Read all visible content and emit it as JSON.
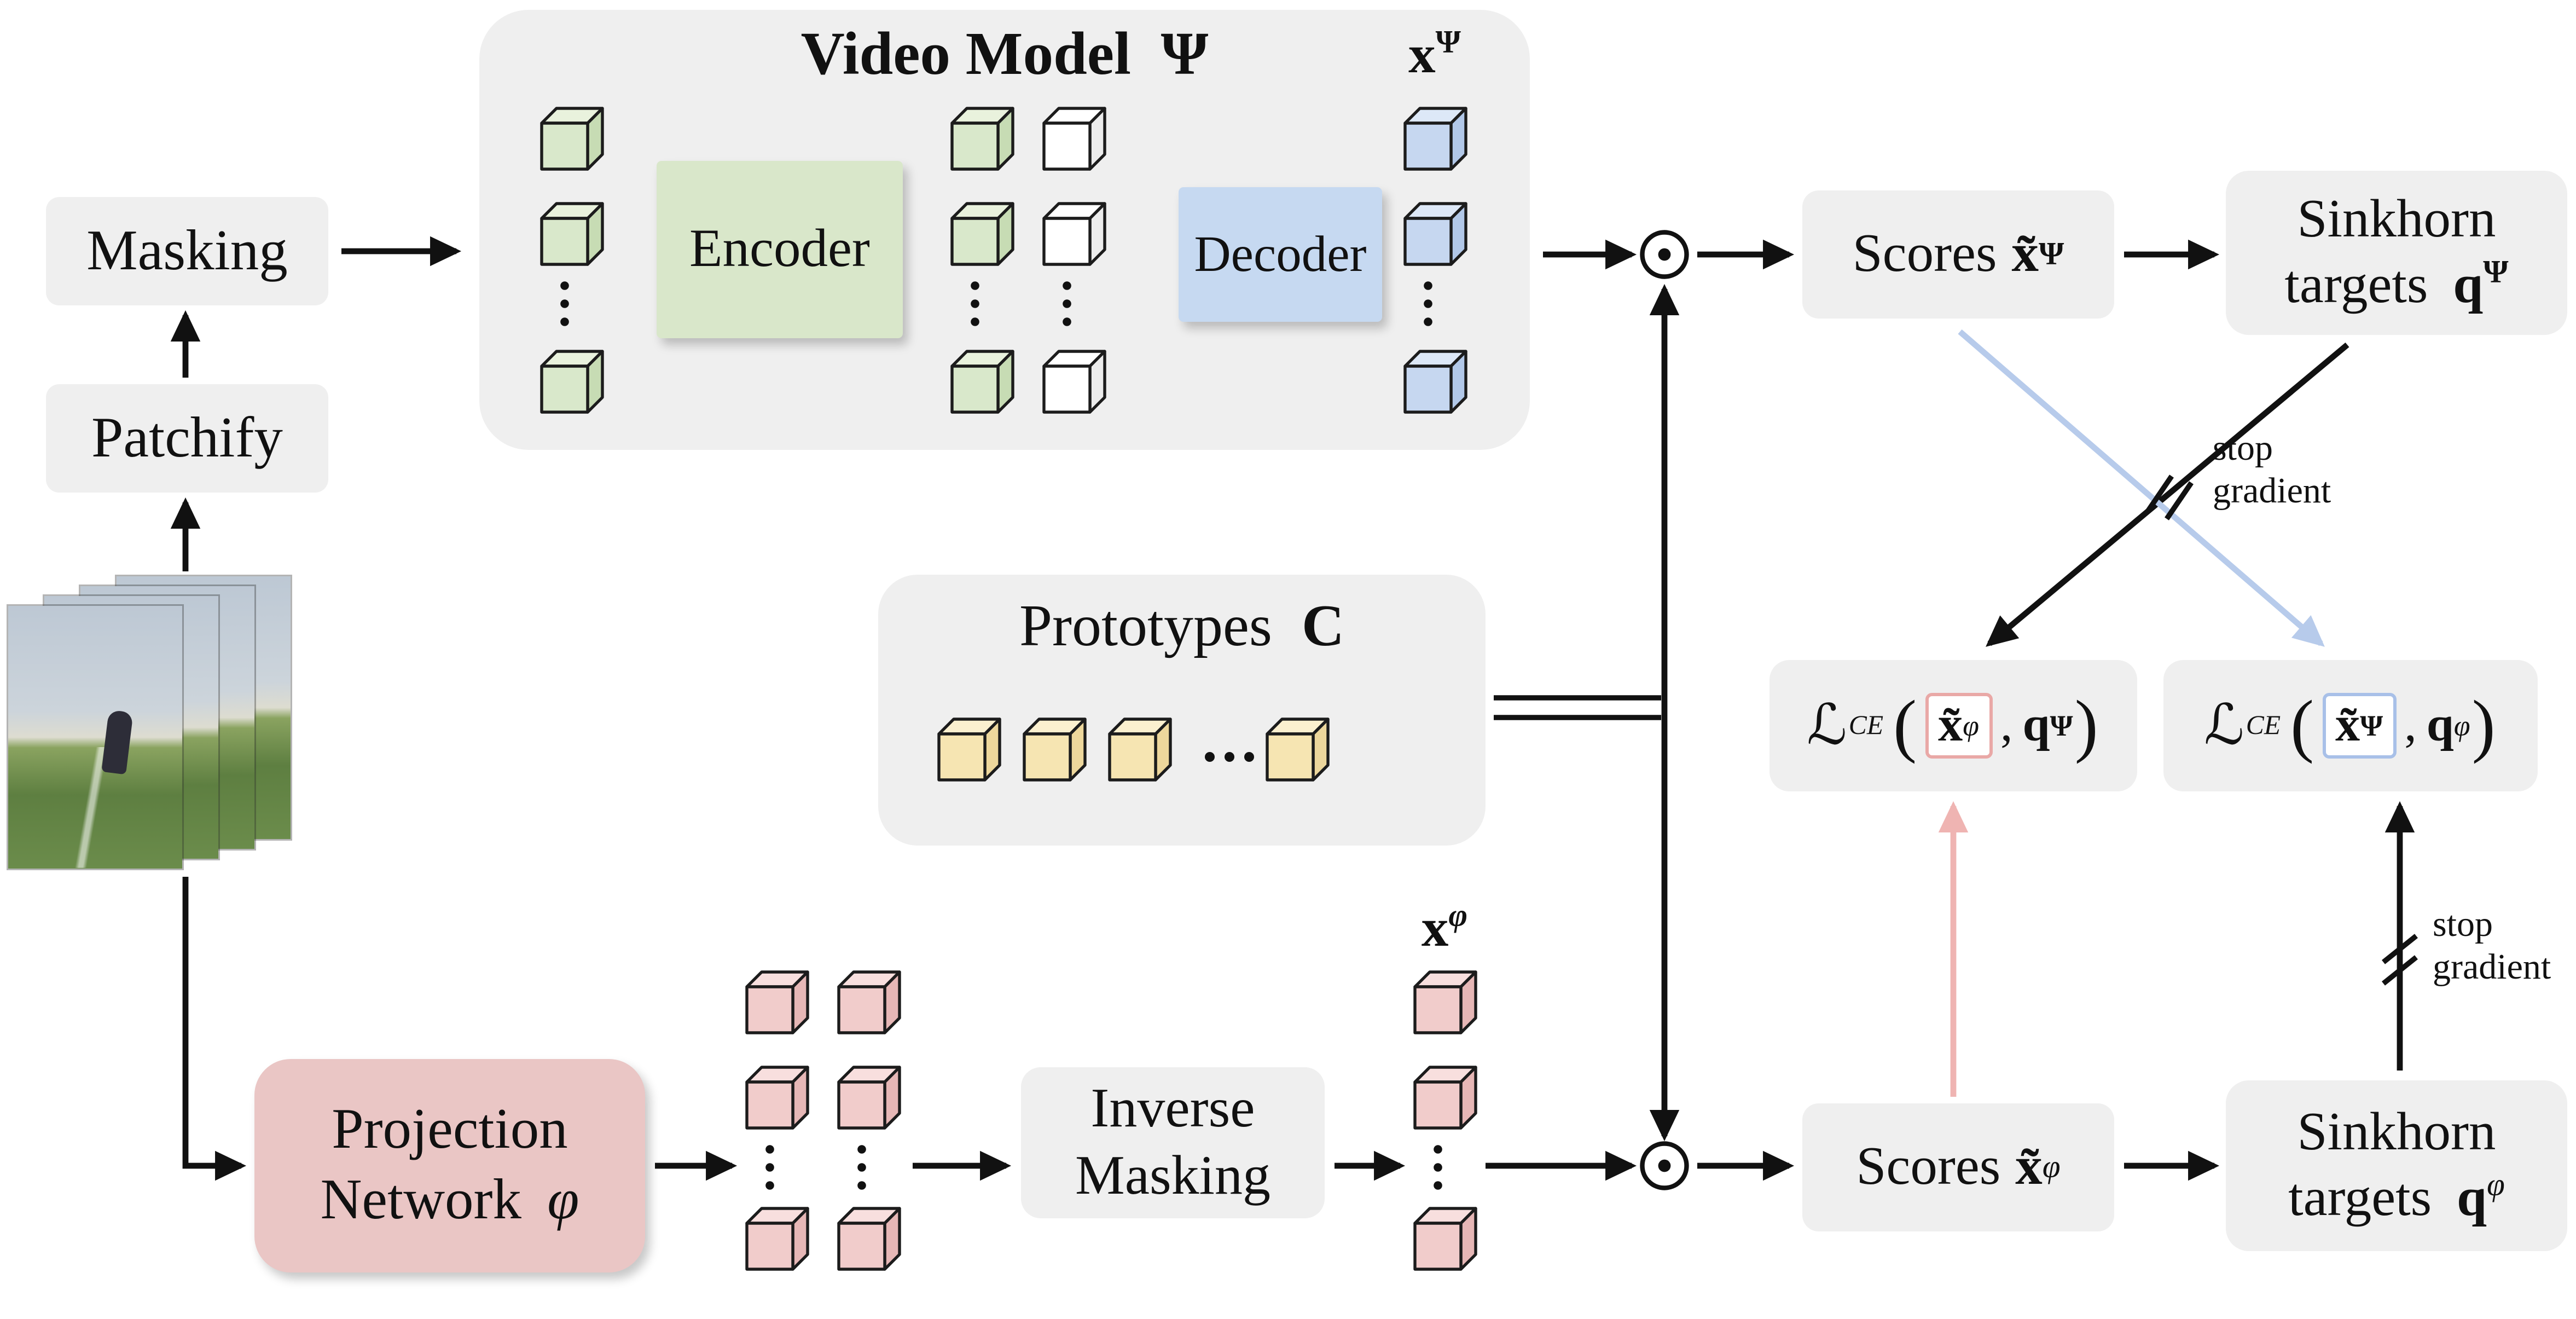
{
  "pipeline": {
    "masking_label": "Masking",
    "patchify_label": "Patchify"
  },
  "video_model": {
    "title": "Video Model",
    "title_sym": "Ψ",
    "encoder_label": "Encoder",
    "decoder_label": "Decoder",
    "output_base": "x",
    "output_sup": "Ψ"
  },
  "prototypes": {
    "title": "Prototypes",
    "title_sym": "C"
  },
  "projection_network": {
    "line1": "Projection",
    "line2": "Network",
    "sym": "φ"
  },
  "inverse_masking": {
    "line1": "Inverse",
    "line2": "Masking"
  },
  "phi_output": {
    "base": "x",
    "sup": "φ"
  },
  "scores_psi": {
    "label": "Scores",
    "x": "x̃",
    "sup": "Ψ"
  },
  "scores_phi": {
    "label": "Scores",
    "x": "x̃",
    "sup": "φ"
  },
  "sinkhorn_psi": {
    "line1": "Sinkhorn",
    "line2": "targets",
    "q": "q",
    "sup": "Ψ"
  },
  "sinkhorn_phi": {
    "line1": "Sinkhorn",
    "line2": "targets",
    "q": "q",
    "sup": "φ"
  },
  "loss_left": {
    "l": "ℒ",
    "sub": "CE",
    "open": "(",
    "x": "x̃",
    "x_sup": "φ",
    "comma": ",",
    "q": "q",
    "q_sup": "Ψ",
    "close": ")"
  },
  "loss_right": {
    "l": "ℒ",
    "sub": "CE",
    "open": "(",
    "x": "x̃",
    "x_sup": "Ψ",
    "comma": ",",
    "q": "q",
    "q_sup": "φ",
    "close": ")"
  },
  "stop_gradient_upper": {
    "line1": "stop",
    "line2": "gradient"
  },
  "stop_gradient_lower": {
    "line1": "stop",
    "line2": "gradient"
  },
  "icons": {
    "odot_operator": "⊙"
  },
  "colors": {
    "box_grey": "#efefef",
    "encoder_green": "#d9e7ca",
    "decoder_blue": "#c6d9f1",
    "projection_pink": "#eac6c5",
    "cube_green": "#d9e8cb",
    "cube_white": "#ffffff",
    "cube_blue": "#c6d7f0",
    "cube_pink": "#f1cccb",
    "cube_yellow": "#f6e5b2",
    "arrow_black": "#111111",
    "arrow_pink": "#efb4b2",
    "arrow_blue": "#b7cbeb",
    "loss_left_highlight": "#e9a8a6",
    "loss_right_highlight": "#a8c0e8"
  }
}
